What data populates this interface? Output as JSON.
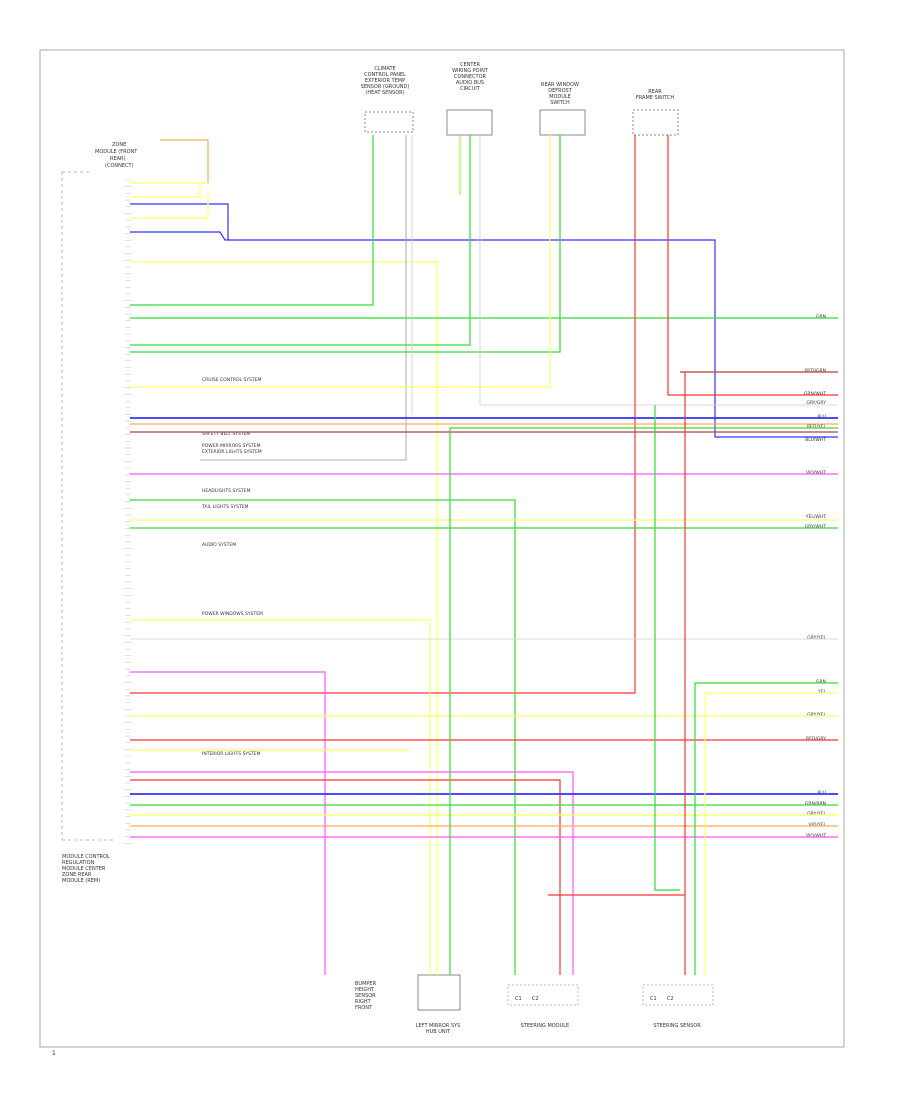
{
  "page_number": "1",
  "colors": {
    "green": "#33dd33",
    "yellow": "#ffff66",
    "blue": "#3333ff",
    "red": "#ff3333",
    "pink": "#ff55ff",
    "gray": "#999999",
    "lightgray": "#cccccc",
    "brown": "#aa4444",
    "orange": "#ffaa55",
    "lime": "#99ff33"
  },
  "module_caption": [
    "MODULE CONTROL",
    "REGULATION",
    "MODULE CENTER",
    "ZONE REAR",
    "MODULE (REM)"
  ],
  "top_left_caption": [
    "ZONE",
    "MODULE (FRONT",
    "REAR)",
    "(CONNECT)"
  ],
  "components_top": [
    {
      "label": [
        "CLIMATE",
        "CONTROL PANEL",
        "EXTERIOR TEMP",
        "SENSOR (GROUND)",
        "(HEAT SENSOR)"
      ]
    },
    {
      "label": [
        "CENTER",
        "WIRING POINT",
        "CONNECTOR",
        "AUDIO BUS",
        "CIRCUIT"
      ]
    },
    {
      "label": [
        "REAR WINDOW",
        "DEFROST",
        "MODULE",
        "SWITCH"
      ]
    },
    {
      "label": [
        "REAR",
        "FRAME SWITCH"
      ]
    }
  ],
  "components_bottom": [
    {
      "label": [
        "BUMPER",
        "HEIGHT",
        "SENSOR",
        "RIGHT",
        "FRONT"
      ]
    },
    {
      "label": [
        "LEFT MIRROR SYS",
        "HUB UNIT"
      ]
    },
    {
      "label": [
        "STEERING MODULE"
      ]
    },
    {
      "label": [
        "STEERING SENSOR"
      ]
    }
  ],
  "bottom_pins": [
    "C1",
    "C2"
  ],
  "side_notes": [
    "CRUISE CONTROL SYSTEM",
    "SAFETY BELT SYSTEM",
    "POWER MIRRORS SYSTEM",
    "EXTERIOR LIGHTS SYSTEM",
    "HEADLIGHTS SYSTEM",
    "TAIL LIGHTS SYSTEM",
    "AUDIO SYSTEM",
    "POWER WINDOWS SYSTEM",
    "INTERIOR LIGHTS SYSTEM"
  ],
  "right_labels": [
    "GRN",
    "RED/GRN",
    "GRN/WHT",
    "GRY/GRY",
    "BLU",
    "RED/YEL",
    "BLU/WHT",
    "VIO/WHT",
    "YEL/WHT",
    "GRY/WHT",
    "GRY/YEL",
    "GRN",
    "YEL",
    "GRY/YEL",
    "RED/GRY",
    "BLU",
    "GRN/BRN",
    "GRY/YEL",
    "VIO/YEL",
    "VIO/WHT"
  ]
}
